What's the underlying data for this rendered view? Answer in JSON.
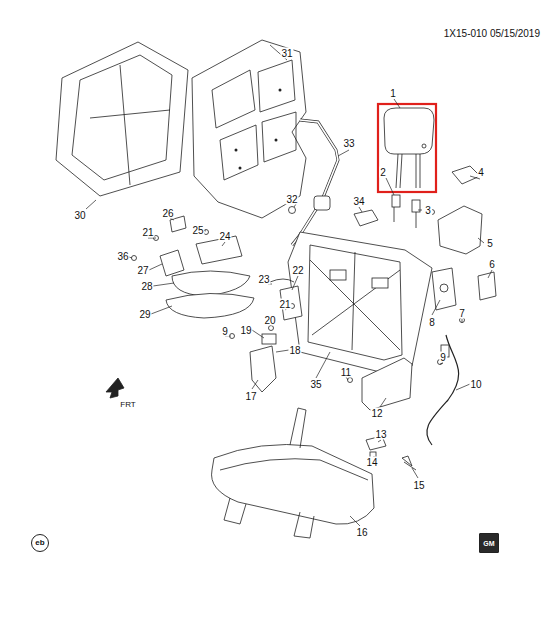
{
  "diagram": {
    "nodes": [
      {
        "text": [
          "eb"
        ]
      },
      {
        "text": [
          "GM"
        ]
      }
    ],
    "labels": [
      "1X15-010 05/15/2019",
      "1",
      "2",
      "3",
      "4",
      "5",
      "6",
      "7",
      "8",
      "9",
      "10",
      "11",
      "12",
      "13",
      "14",
      "15",
      "16",
      "17",
      "18",
      "19",
      "20",
      "21",
      "21",
      "22",
      "23",
      "24",
      "25",
      "26",
      "27",
      "28",
      "29",
      "30",
      "31",
      "32",
      "33",
      "34",
      "35",
      "36",
      "9",
      "FRT"
    ]
  }
}
